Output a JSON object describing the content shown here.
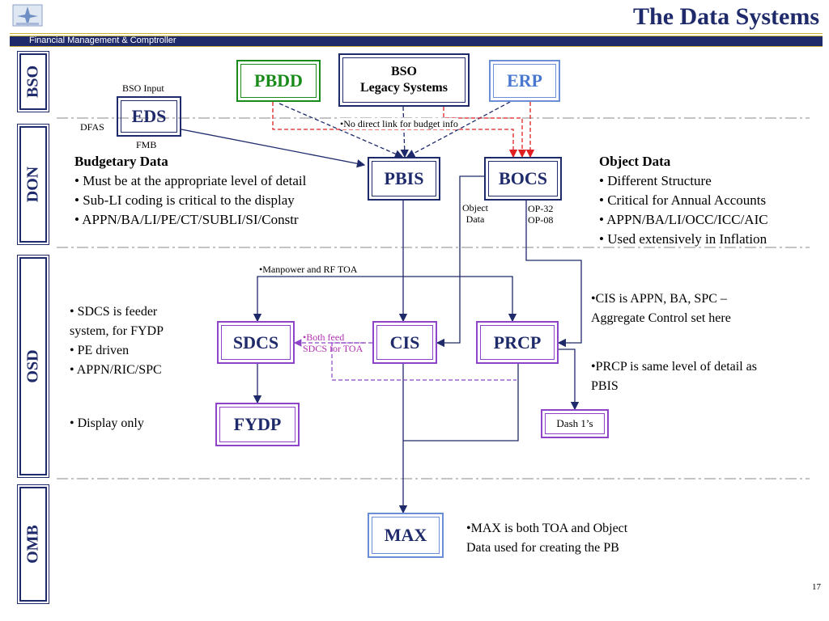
{
  "title": "The Data Systems",
  "banner_text": "Financial Management & Comptroller",
  "page_number": "17",
  "lanes": {
    "bso": "BSO",
    "don": "DON",
    "osd": "OSD",
    "omb": "OMB"
  },
  "boxes": {
    "pbdd": "PBDD",
    "bso_legacy_line1": "BSO",
    "bso_legacy_line2": "Legacy Systems",
    "erp": "ERP",
    "eds": "EDS",
    "pbis": "PBIS",
    "bocs": "BOCS",
    "sdcs": "SDCS",
    "cis": "CIS",
    "prcp": "PRCP",
    "fydp": "FYDP",
    "dash": "Dash 1’s",
    "max": "MAX"
  },
  "labels": {
    "bso_input": "BSO Input",
    "dfas": "DFAS",
    "fmb": "FMB",
    "no_direct_link": "•No direct link for budget info",
    "object_data_1": "Object",
    "object_data_2": "Data",
    "op32": "OP-32",
    "op08": "OP-08",
    "manpower": "•Manpower and RF TOA",
    "both_feed_1": "•Both feed",
    "both_feed_2": "SDCS for TOA"
  },
  "budgetary": {
    "heading": "Budgetary Data",
    "items": [
      "• Must be at the appropriate level of detail",
      "• Sub-LI coding is critical to the display",
      "• APPN/BA/LI/PE/CT/SUBLI/SI/Constr"
    ]
  },
  "object": {
    "heading": "Object Data",
    "items": [
      "• Different Structure",
      "• Critical for Annual Accounts",
      "• APPN/BA/LI/OCC/ICC/AIC",
      "• Used extensively in Inflation"
    ]
  },
  "sdcs_notes": [
    "• SDCS is feeder",
    "system, for FYDP",
    "• PE driven",
    "• APPN/RIC/SPC"
  ],
  "display_only": "• Display only",
  "cis_note": [
    "•CIS is APPN, BA, SPC –",
    "Aggregate Control set here"
  ],
  "prcp_note": [
    "•PRCP is same level of detail as",
    "PBIS"
  ],
  "max_note": [
    "•MAX is both TOA and Object",
    "Data used for creating the PB"
  ],
  "colors": {
    "navy": "#1f2a6b",
    "green": "#1a8a1a",
    "blue": "#4a78d0",
    "purple": "#8e44c9",
    "red": "#e02020",
    "gold": "#c9b23a"
  }
}
